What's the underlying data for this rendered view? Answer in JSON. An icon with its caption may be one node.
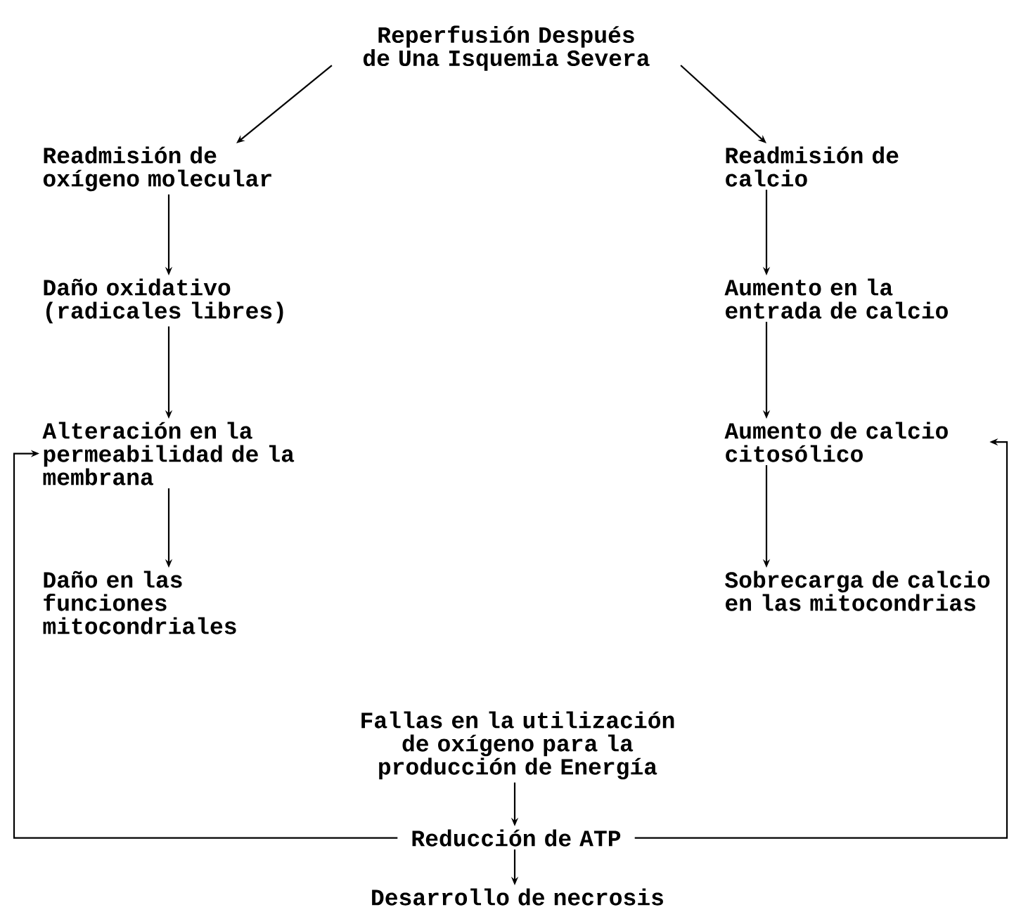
{
  "diagram": {
    "nodes": [
      {
        "text": [
          "Reperfusión Después de Una Isquemia Severa"
        ]
      },
      {
        "text": [
          "Readmisión de oxígeno molecular"
        ]
      },
      {
        "text": [
          "Readmisión de calcio"
        ]
      },
      {
        "text": [
          "Daño oxidativo (radicales libres)"
        ]
      },
      {
        "text": [
          "Aumento en la entrada de calcio"
        ]
      },
      {
        "text": [
          "Alteración en la permeabilidad de la membrana"
        ]
      },
      {
        "text": [
          "Aumento de calcio citosólico"
        ]
      },
      {
        "text": [
          "Daño en las funciones mitocondriales"
        ]
      },
      {
        "text": [
          "Sobrecarga de calcio en las mitocondrias"
        ]
      },
      {
        "text": [
          "Fallas en la utilización de oxígeno para la producción de Energía"
        ]
      },
      {
        "text": [
          "Reducción de ATP"
        ]
      },
      {
        "text": [
          "Desarrollo de necrosis"
        ]
      }
    ],
    "edges": [
      {
        "from": 0,
        "to": 1,
        "arrow": "to"
      },
      {
        "from": 0,
        "to": 2,
        "arrow": "to"
      },
      {
        "from": 1,
        "to": 3,
        "arrow": "to"
      },
      {
        "from": 2,
        "to": 4,
        "arrow": "to"
      },
      {
        "from": 3,
        "to": 5,
        "arrow": "to"
      },
      {
        "from": 4,
        "to": 6,
        "arrow": "to"
      },
      {
        "from": 5,
        "to": 7,
        "arrow": "to"
      },
      {
        "from": 6,
        "to": 8,
        "arrow": "to"
      },
      {
        "from": 9,
        "to": 10,
        "arrow": "to"
      },
      {
        "from": 10,
        "to": 5,
        "arrow": "to"
      },
      {
        "from": 10,
        "to": 6,
        "arrow": "to"
      },
      {
        "from": 10,
        "to": 11,
        "arrow": "to"
      }
    ]
  }
}
